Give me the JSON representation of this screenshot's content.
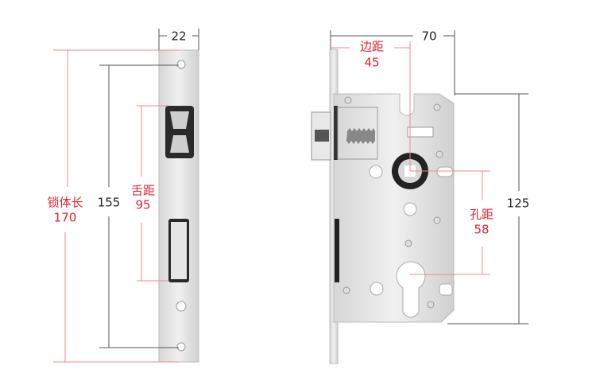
{
  "faceplate_view": {
    "width_label": "22",
    "length_label": "锁体长",
    "length_value": "170",
    "screw_spacing_value": "155",
    "tongue_label": "舌距",
    "tongue_value": "95"
  },
  "body_view": {
    "depth_value": "70",
    "backset_label": "边距",
    "backset_value": "45",
    "height_value": "125",
    "hole_label": "孔距",
    "hole_value": "58"
  },
  "colors": {
    "accent": "#e8222d",
    "dimension_line": "#555555",
    "metal": "#e4e4e4"
  }
}
